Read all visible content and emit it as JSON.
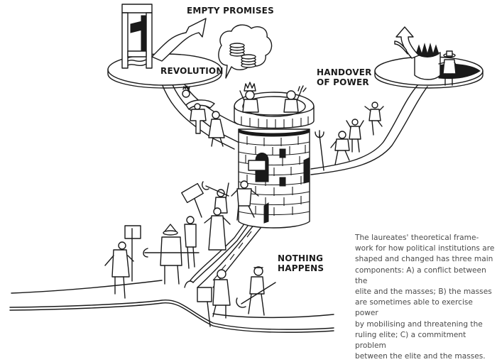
{
  "labels": {
    "empty_promises": "EMPTY PROMISES",
    "revolution": "REVOLUTION",
    "handover_line1": "HANDOVER",
    "handover_line2": "OF POWER",
    "nothing_line1": "NOTHING",
    "nothing_line2": "HAPPENS"
  },
  "caption": {
    "lines": [
      "The laureates' theoretical frame-",
      "work for how political institutions are",
      "shaped and changed has three main",
      "components: A) a conflict between the",
      "elite and the masses; B) the masses",
      "are sometimes able to exercise power",
      "by mobilising and threatening the",
      "ruling elite; C) a commitment problem",
      "between the elite and the masses."
    ]
  },
  "illustration": {
    "scenes": [
      {
        "name": "revolution",
        "icon": "guillotine-icon",
        "detail": "platform with guillotine and upward arrow"
      },
      {
        "name": "empty-promises",
        "icon": "coin-stacks-icon",
        "detail": "thought bubble with two coin stacks above king on tower"
      },
      {
        "name": "handover-of-power",
        "icon": "crown-icon",
        "detail": "platform with large crown, forked arrow, man in hat"
      },
      {
        "name": "nothing-happens",
        "icon": "crowd-icon",
        "detail": "protesters with signs and pitchforks at tower base"
      }
    ],
    "colors": {
      "ink": "#1a1a1a",
      "background": "#ffffff",
      "caption_text": "#4a4a4a"
    }
  }
}
